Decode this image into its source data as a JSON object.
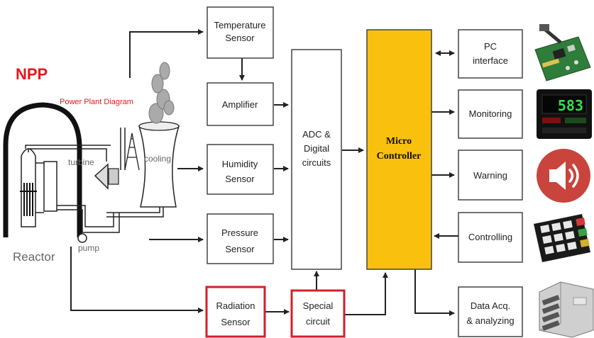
{
  "plant": {
    "npp_label": "NPP",
    "diagram_caption": "Power Plant Diagram",
    "turbine_label": "turbine",
    "cooling_label": "cooling",
    "pump_label": "pump",
    "reactor_label": "Reactor"
  },
  "sensors": {
    "temperature": [
      "Temperature",
      "Sensor"
    ],
    "amplifier": [
      "Amplifier"
    ],
    "humidity": [
      "Humidity",
      "Sensor"
    ],
    "pressure": [
      "Pressure",
      "Sensor"
    ],
    "radiation": [
      "Radiation",
      "Sensor"
    ]
  },
  "processing": {
    "adc": [
      "ADC &",
      "Digital",
      "circuits"
    ],
    "special": [
      "Special",
      "circuit"
    ],
    "micro": [
      "Micro",
      "Controller"
    ]
  },
  "outputs": {
    "pc": [
      "PC",
      "interface"
    ],
    "monitoring": [
      "Monitoring"
    ],
    "warning": [
      "Warning"
    ],
    "controlling": [
      "Controlling"
    ],
    "data": [
      "Data Acq.",
      "& analyzing"
    ]
  },
  "icons": {
    "pc": "circuit-board-icon",
    "monitoring": "digital-display-icon",
    "warning": "speaker-icon",
    "controlling": "keypad-icon",
    "data": "storage-array-icon"
  },
  "display_reading": "583",
  "colors": {
    "micro_fill": "#f9c10d",
    "red_border": "#d0202a",
    "npp_red": "#e8171d",
    "speaker_red": "#c8443c"
  }
}
